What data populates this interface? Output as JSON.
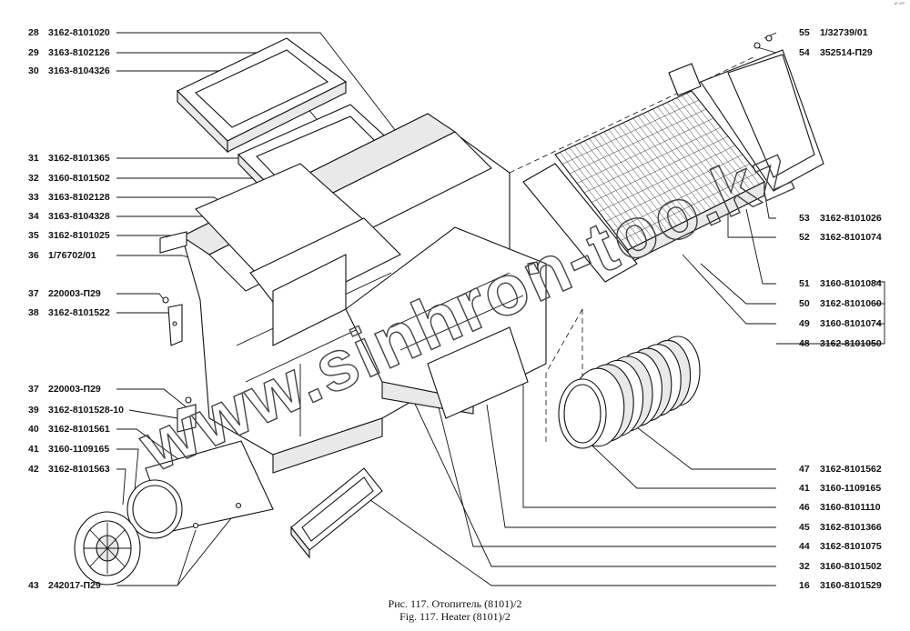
{
  "corner_note": "ⁿᴾ ⁸⁰⁰",
  "caption_ru": "Рис. 117. Отопитель (8101)/2",
  "caption_en": "Fig. 117. Heater (8101)/2",
  "watermark": "www.sinhron-too.kz",
  "left_labels": [
    {
      "num": "28",
      "code": "3162-8101020"
    },
    {
      "num": "29",
      "code": "3163-8102126"
    },
    {
      "num": "30",
      "code": "3163-8104326"
    },
    {
      "num": "31",
      "code": "3162-8101365"
    },
    {
      "num": "32",
      "code": "3160-8101502"
    },
    {
      "num": "33",
      "code": "3163-8102128"
    },
    {
      "num": "34",
      "code": "3163-8104328"
    },
    {
      "num": "35",
      "code": "3162-8101025"
    },
    {
      "num": "36",
      "code": "1/76702/01"
    },
    {
      "num": "37",
      "code": "220003-П29"
    },
    {
      "num": "38",
      "code": "3162-8101522"
    },
    {
      "num": "37",
      "code": "220003-П29"
    },
    {
      "num": "39",
      "code": "3162-8101528-10"
    },
    {
      "num": "40",
      "code": "3162-8101561"
    },
    {
      "num": "41",
      "code": "3160-1109165"
    },
    {
      "num": "42",
      "code": "3162-8101563"
    },
    {
      "num": "43",
      "code": "242017-П29"
    }
  ],
  "right_labels": [
    {
      "num": "55",
      "code": "1/32739/01"
    },
    {
      "num": "54",
      "code": "352514-П29"
    },
    {
      "num": "53",
      "code": "3162-8101026"
    },
    {
      "num": "52",
      "code": "3162-8101074"
    },
    {
      "num": "51",
      "code": "3160-8101084"
    },
    {
      "num": "50",
      "code": "3162-8101060"
    },
    {
      "num": "49",
      "code": "3160-8101074"
    },
    {
      "num": "48",
      "code": "3162-8101050"
    },
    {
      "num": "47",
      "code": "3162-8101562"
    },
    {
      "num": "41",
      "code": "3160-1109165"
    },
    {
      "num": "46",
      "code": "3160-8101110"
    },
    {
      "num": "45",
      "code": "3162-8101366"
    },
    {
      "num": "44",
      "code": "3162-8101075"
    },
    {
      "num": "32",
      "code": "3160-8101502"
    },
    {
      "num": "16",
      "code": "3160-8101529"
    }
  ]
}
